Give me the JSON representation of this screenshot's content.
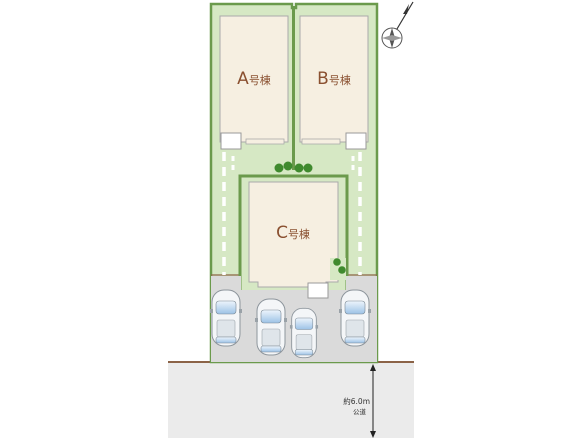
{
  "lots": [
    {
      "letter": "A",
      "suffix": "号棟"
    },
    {
      "letter": "B",
      "suffix": "号棟"
    },
    {
      "letter": "C",
      "suffix": "号棟"
    }
  ],
  "road": {
    "width": "約6.0m",
    "type": "公道"
  },
  "compass": {
    "icon": "north-arrow-icon"
  },
  "colors": {
    "lot_green": "#d6e8c4",
    "border_green": "#6b9a4c",
    "house_beige": "#f6efe1",
    "label_brown": "#8a5030",
    "road_gray": "#ebebeb",
    "boundary_brown": "#8b6347",
    "parking_gray": "#dadada"
  }
}
